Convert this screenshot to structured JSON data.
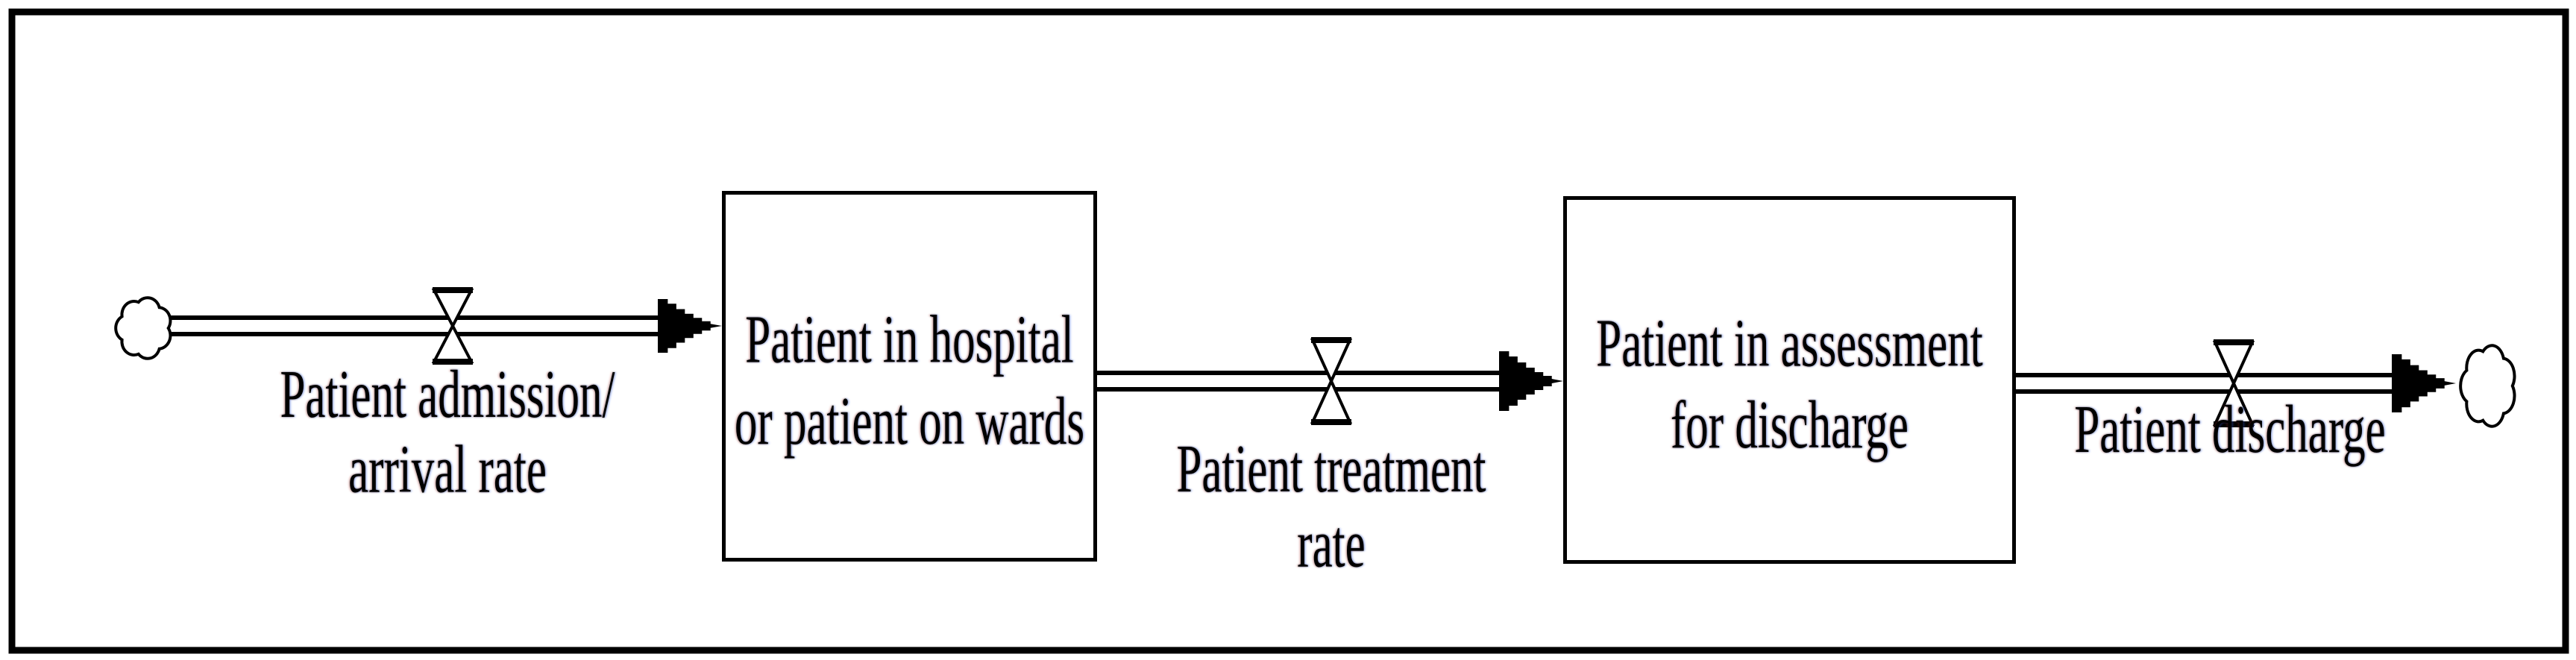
{
  "figure": {
    "background": "#ffffff",
    "ink_color": "#000000",
    "border_color": "#000000"
  },
  "diagram": {
    "type": "stock-and-flow",
    "stocks": [
      {
        "name": "patient-in-hospital-or-on-wards",
        "lines": [
          "Patient in hospital",
          "or patient on wards"
        ]
      },
      {
        "name": "patient-in-assessment-for-discharge",
        "lines": [
          "Patient in assessment",
          "for discharge"
        ]
      }
    ],
    "flows": [
      {
        "name": "patient-admission-arrival-rate",
        "lines": [
          "Patient admission/",
          "arrival rate"
        ],
        "from": "source-cloud",
        "to": "patient-in-hospital-or-on-wards"
      },
      {
        "name": "patient-treatment-rate",
        "lines": [
          "Patient treatment",
          "rate"
        ],
        "from": "patient-in-hospital-or-on-wards",
        "to": "patient-in-assessment-for-discharge"
      },
      {
        "name": "patient-discharge",
        "lines": [
          "Patient discharge"
        ],
        "from": "patient-in-assessment-for-discharge",
        "to": "sink-cloud"
      }
    ],
    "icons": {
      "source": "cloud-icon",
      "sink": "cloud-icon",
      "valve": "valve-icon",
      "flow_arrow": "arrowhead-icon"
    }
  }
}
